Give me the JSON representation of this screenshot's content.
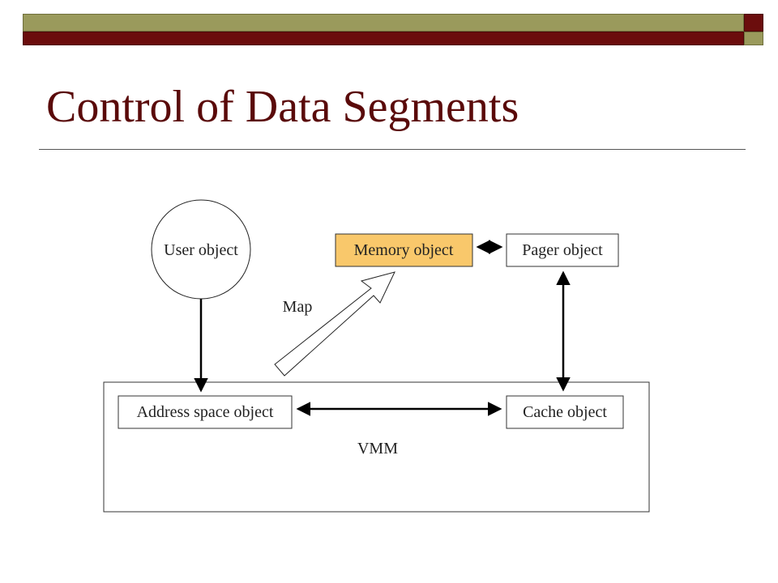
{
  "title": "Control of Data Segments",
  "colors": {
    "title": "#5a0a0a",
    "bar_olive": "#9a9a5c",
    "bar_maroon": "#6b0d0d",
    "memory_object_fill": "#f9c86b"
  },
  "diagram": {
    "user_object": "User object",
    "memory_object": "Memory object",
    "pager_object": "Pager object",
    "map_label": "Map",
    "address_space_object": "Address space object",
    "cache_object": "Cache object",
    "vmm_label": "VMM"
  }
}
